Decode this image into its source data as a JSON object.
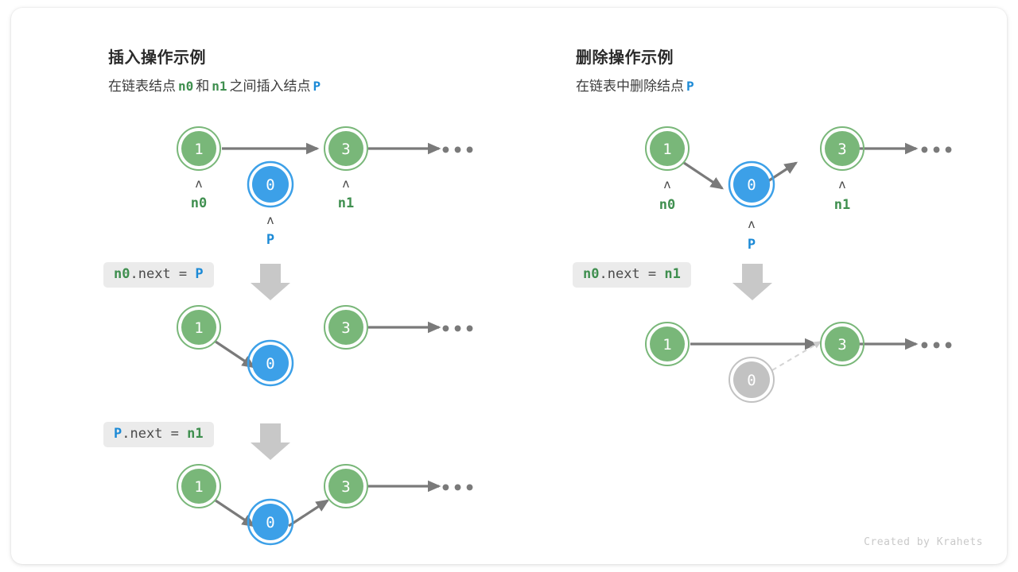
{
  "colors": {
    "node_green_fill": "#79b779",
    "node_green_ring": "#79b779",
    "node_blue_fill": "#3ca0e8",
    "node_blue_ring": "#3ca0e8",
    "node_gray_fill": "#c2c2c2",
    "node_gray_ring": "#c2c2c2",
    "arrow_gray": "#7a7a7a",
    "label_green": "#3f8f4f",
    "label_blue": "#1c8ad6",
    "code_bg": "#ebebeb",
    "canvas": "#ffffff"
  },
  "panels": {
    "insert": {
      "title": "插入操作示例",
      "subtitle": {
        "part1": "在链表结点",
        "ref1": "n0",
        "part2": "和",
        "ref2": "n1",
        "part3": "之间插入结点",
        "ref3": "P"
      },
      "steps": [
        {
          "code": {
            "target": "n0",
            "field": ".next = ",
            "value": "P"
          },
          "code_text": "n0.next = P"
        },
        {
          "code": {
            "target": "P",
            "field": ".next = ",
            "value": "n1"
          },
          "code_text": "P.next = n1"
        }
      ],
      "rows": [
        {
          "name": "initial-state",
          "nodes": [
            {
              "value": "1",
              "kind": "green",
              "pointer": "n0",
              "pointer_color": "green"
            },
            {
              "value": "0",
              "kind": "blue",
              "pointer": "P",
              "pointer_color": "blue"
            },
            {
              "value": "3",
              "kind": "green",
              "pointer": "n1",
              "pointer_color": "green"
            }
          ],
          "ellipsis": "•••"
        },
        {
          "name": "after-n0-next-p",
          "nodes": [
            {
              "value": "1",
              "kind": "green"
            },
            {
              "value": "0",
              "kind": "blue"
            },
            {
              "value": "3",
              "kind": "green"
            }
          ],
          "ellipsis": "•••"
        },
        {
          "name": "after-p-next-n1",
          "nodes": [
            {
              "value": "1",
              "kind": "green"
            },
            {
              "value": "0",
              "kind": "blue"
            },
            {
              "value": "3",
              "kind": "green"
            }
          ],
          "ellipsis": "•••"
        }
      ]
    },
    "delete": {
      "title": "删除操作示例",
      "subtitle": {
        "part1": "在链表中删除结点",
        "ref1": "P"
      },
      "steps": [
        {
          "code": {
            "target": "n0",
            "field": ".next = ",
            "value": "n1"
          },
          "code_text": "n0.next = n1"
        }
      ],
      "rows": [
        {
          "name": "initial-state",
          "nodes": [
            {
              "value": "1",
              "kind": "green",
              "pointer": "n0",
              "pointer_color": "green"
            },
            {
              "value": "0",
              "kind": "blue",
              "pointer": "P",
              "pointer_color": "blue"
            },
            {
              "value": "3",
              "kind": "green",
              "pointer": "n1",
              "pointer_color": "green"
            }
          ],
          "ellipsis": "•••"
        },
        {
          "name": "after-delete",
          "nodes": [
            {
              "value": "1",
              "kind": "green"
            },
            {
              "value": "0",
              "kind": "gray"
            },
            {
              "value": "3",
              "kind": "green"
            }
          ],
          "ellipsis": "•••"
        }
      ]
    }
  },
  "footer": {
    "credit": "Created by Krahets"
  },
  "glyphs": {
    "caret": "ʌ",
    "down_arrow": "down-arrow-icon"
  }
}
